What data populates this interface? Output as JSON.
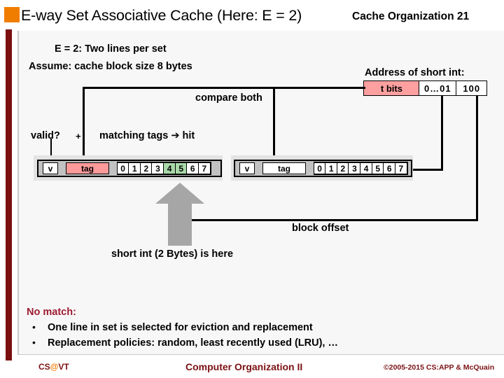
{
  "slide": {
    "title": "E-way Set Associative Cache (Here: E = 2)",
    "subtitle": "Cache Organization 21",
    "accent_orange": "#f07d00",
    "accent_maroon": "#7b0f0f",
    "tag_pink": "#ff9a9a",
    "byte_green": "#a8d8a8"
  },
  "assumptions": {
    "line1": "E = 2: Two lines per set",
    "line2": "Assume: cache block size 8 bytes"
  },
  "address": {
    "label": "Address of short int:",
    "fields": [
      {
        "text": "t bits",
        "style": "tbits"
      },
      {
        "text": "0…01",
        "style": "mid"
      },
      {
        "text": "100",
        "style": "off"
      }
    ]
  },
  "annotations": {
    "compare_both": "compare both",
    "valid": "valid?",
    "plus": "+",
    "matching": "matching tags ➔ hit",
    "block_offset": "block offset",
    "short_int": "short int (2 Bytes) is here"
  },
  "cache_lines": [
    {
      "valid": "v",
      "tag": "tag",
      "tag_highlight": true,
      "bytes": [
        "0",
        "1",
        "2",
        "3",
        "4",
        "5",
        "6",
        "7"
      ],
      "highlighted_bytes": [
        "4",
        "5"
      ]
    },
    {
      "valid": "v",
      "tag": "tag",
      "tag_highlight": false,
      "bytes": [
        "0",
        "1",
        "2",
        "3",
        "4",
        "5",
        "6",
        "7"
      ],
      "highlighted_bytes": []
    }
  ],
  "no_match": {
    "heading": "No match:",
    "bullet_glyph": "•",
    "bullets": [
      "One line in set is selected for eviction and replacement",
      "Replacement policies: random, least recently used (LRU), …"
    ]
  },
  "footer": {
    "left_pre": "CS",
    "left_at": "@",
    "left_post": "VT",
    "center": "Computer Organization II",
    "right": "©2005-2015 CS:APP & McQuain"
  }
}
